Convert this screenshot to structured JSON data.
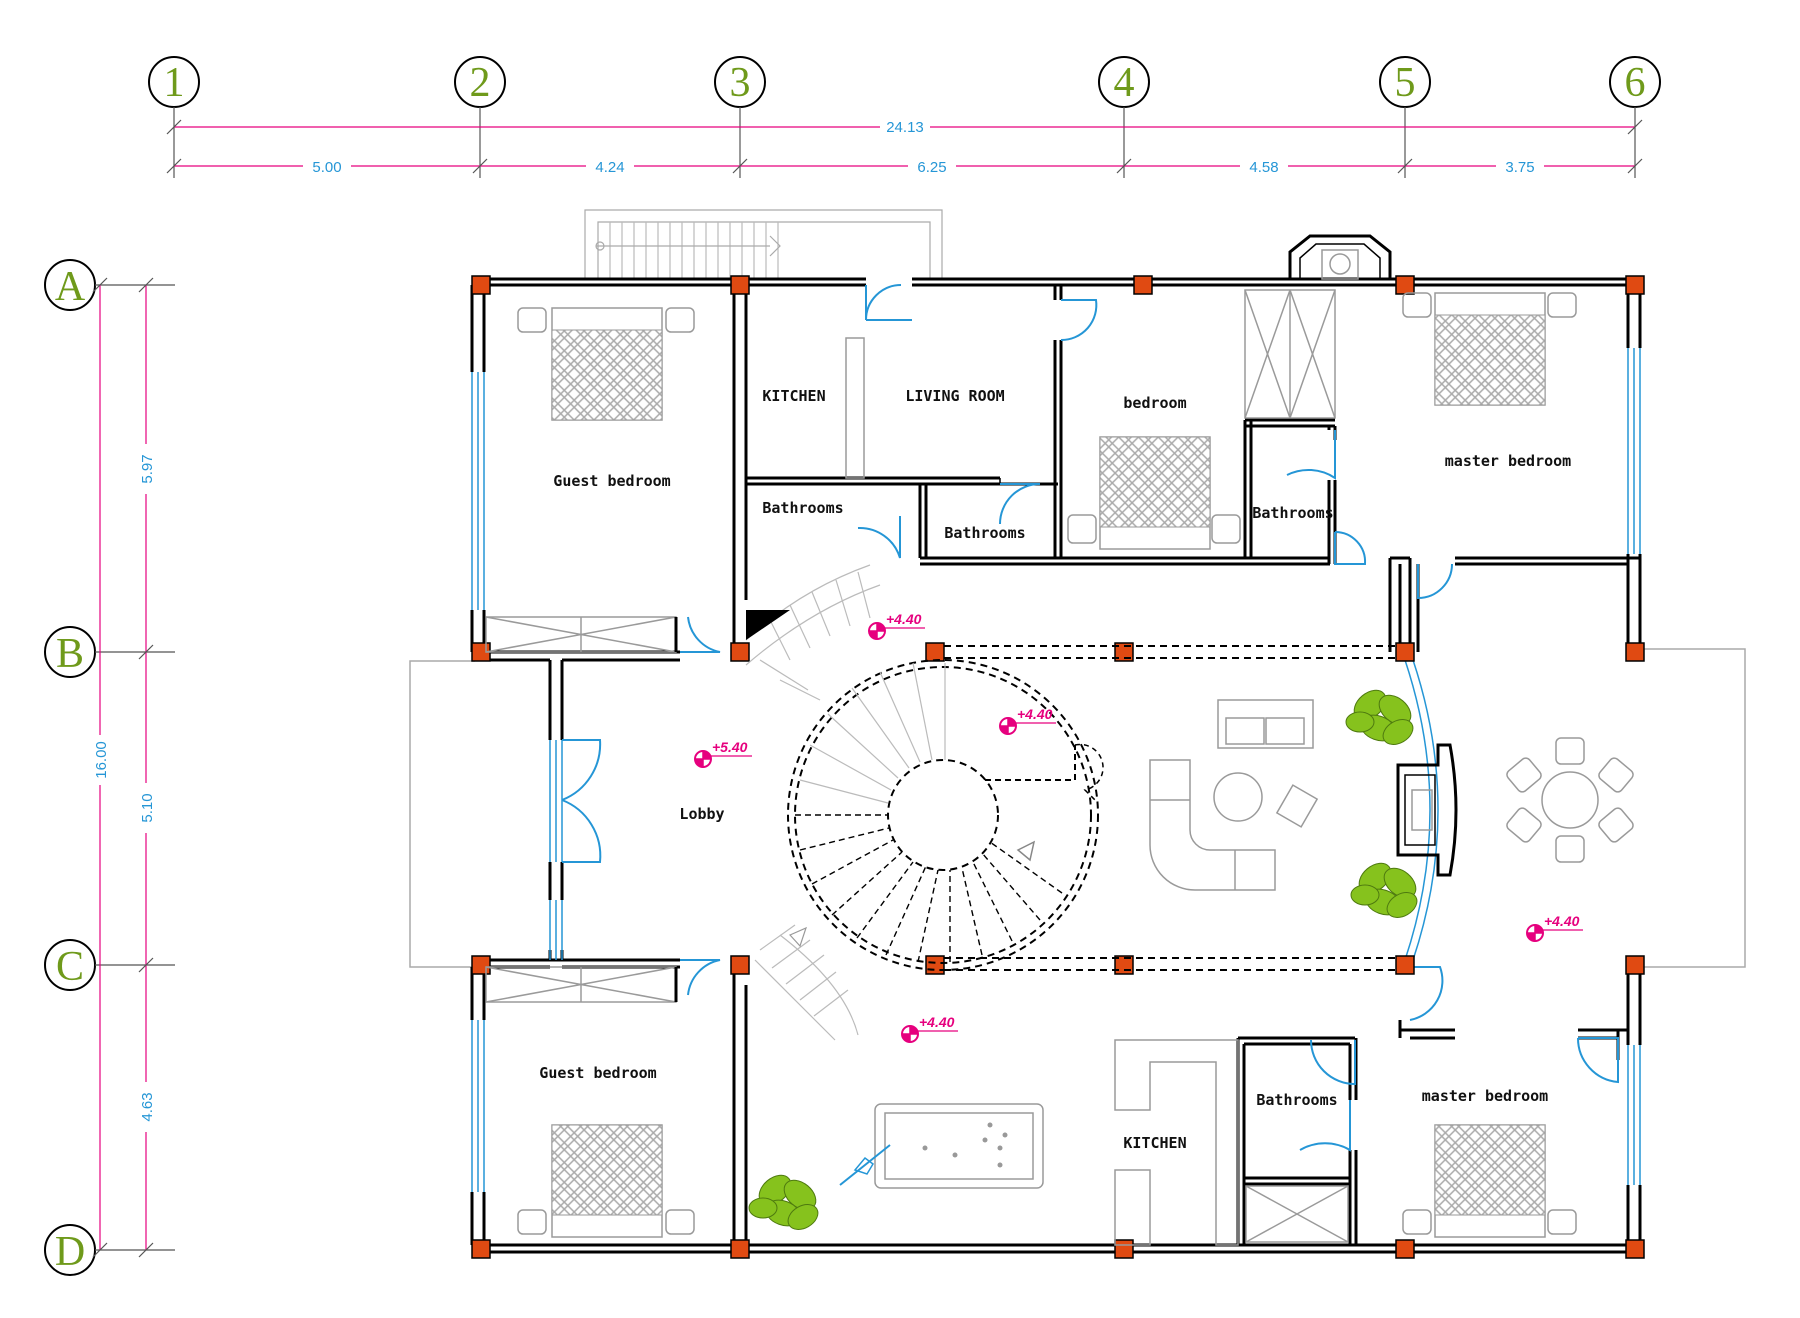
{
  "grid": {
    "columns": [
      "1",
      "2",
      "3",
      "4",
      "5",
      "6"
    ],
    "rows": [
      "A",
      "B",
      "C",
      "D"
    ]
  },
  "dimensions": {
    "horizontal_total": "24.13",
    "horizontal_spans": [
      "5.00",
      "4.24",
      "6.25",
      "4.58",
      "3.75"
    ],
    "vertical_total": "16.00",
    "vertical_spans": [
      "5.97",
      "5.10",
      "4.63"
    ]
  },
  "rooms": {
    "guest_bedroom_top": "Guest bedroom",
    "kitchen_top": "KITCHEN",
    "living_room": "LIVING ROOM",
    "bedroom": "bedroom",
    "master_bedroom_top": "master bedroom",
    "bathrooms_left": "Bathrooms",
    "bathrooms_mid": "Bathrooms",
    "bathrooms_right": "Bathrooms",
    "lobby": "Lobby",
    "guest_bedroom_bottom": "Guest bedroom",
    "kitchen_bottom": "KITCHEN",
    "bathrooms_bottom": "Bathrooms",
    "master_bedroom_bottom": "master bedroom"
  },
  "levels": [
    "+4.40",
    "+4.40",
    "+5.40",
    "+4.40",
    "+4.40"
  ],
  "colors": {
    "grid_label": "#6f9a1b",
    "dimension_text": "#2596d6",
    "dimension_line": "#e6007e",
    "column": "#e04a12",
    "glazing": "#2596d6",
    "plant": "#86c21d"
  }
}
